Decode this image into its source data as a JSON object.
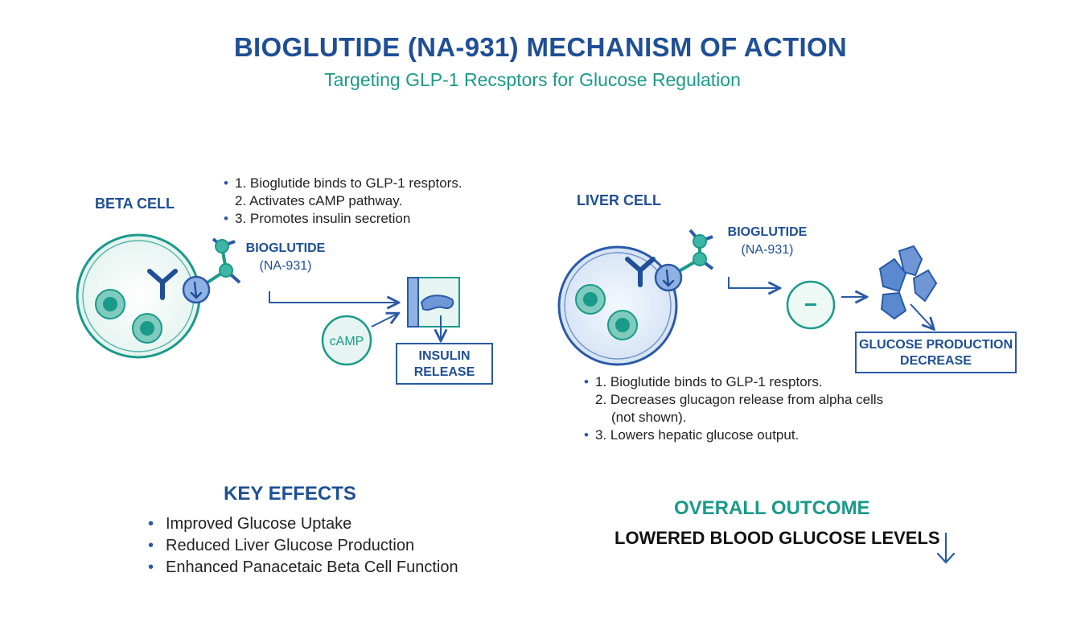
{
  "header": {
    "title": "BIOGLUTIDE (NA-931) MECHANISM OF ACTION",
    "subtitle": "Targeting GLP-1 Recsptors for Glucose Regulation"
  },
  "beta_cell": {
    "label": "BETA CELL",
    "steps": [
      "1. Bioglutide binds to GLP-1 resptors.",
      "2. Activates cAMP pathway.",
      "3. Promotes insulin secretion"
    ],
    "drug_label_line1": "BIOGLUTIDE",
    "drug_label_line2": "(NA-931)",
    "camp_label": "cAMP",
    "insulin_box_line1": "INSULIN",
    "insulin_box_line2": "RELEASE"
  },
  "liver_cell": {
    "label": "LIVER CELL",
    "drug_label_line1": "BIOGLUTIDE",
    "drug_label_line2": "(NA-931)",
    "inhibit_symbol": "−",
    "glucose_box_line1": "GLUCOSE PRODUCTION",
    "glucose_box_line2": "DECREASE",
    "steps": [
      "1. Bioglutide binds to GLP-1 resptors.",
      "2. Decreases glucagon release from alpha cells",
      "(not shown).",
      "3. Lowers hepatic glucose output."
    ]
  },
  "key_effects": {
    "heading": "KEY EFFECTS",
    "items": [
      "Improved Glucose Uptake",
      "Reduced Liver Glucose Production",
      "Enhanced Panacetaic Beta Cell Function"
    ]
  },
  "outcome": {
    "heading": "OVERALL OUTCOME",
    "text": "LOWERED BLOOD GLUCOSE LEVELS"
  },
  "colors": {
    "navy": "#1f4f96",
    "blue": "#2a5aa8",
    "teal": "#1a9a8a",
    "teal_light": "#d7efe9",
    "blue_light": "#dde8f7"
  },
  "icons": [
    "receptor-icon",
    "molecule-icon",
    "vesicle-icon",
    "inhibition-icon",
    "liver-tissue-icon",
    "down-arrow-icon"
  ]
}
